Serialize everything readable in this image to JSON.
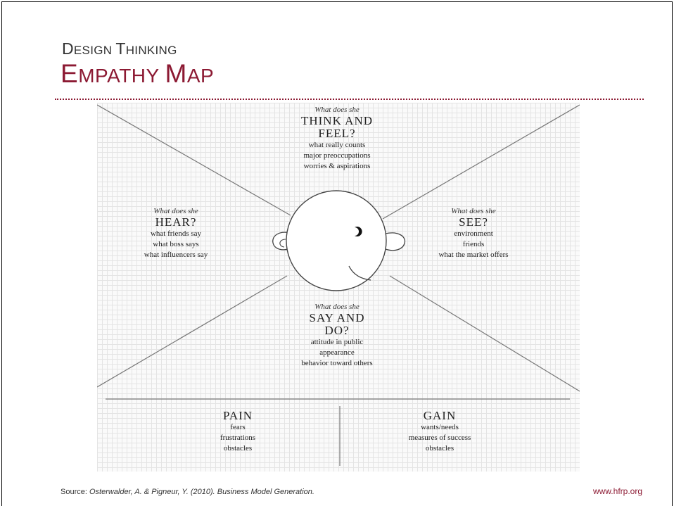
{
  "header": {
    "kicker_first": "D",
    "kicker_rest": "ESIGN ",
    "kicker_first2": "T",
    "kicker_rest2": "HINKING",
    "title_first": "E",
    "title_rest": "MPATHY ",
    "title_first2": "M",
    "title_rest2": "AP"
  },
  "map": {
    "think": {
      "question": "What does she",
      "heading_line1": "THINK AND",
      "heading_line2": "FEEL?",
      "items": [
        "what really counts",
        "major preoccupations",
        "worries & aspirations"
      ]
    },
    "hear": {
      "question": "What does she",
      "heading": "HEAR?",
      "items": [
        "what friends say",
        "what boss says",
        "what influencers say"
      ]
    },
    "see": {
      "question": "What does she",
      "heading": "SEE?",
      "items": [
        "environment",
        "friends",
        "what the market offers"
      ]
    },
    "say": {
      "question": "What does she",
      "heading_line1": "SAY AND",
      "heading_line2": "DO?",
      "items": [
        "attitude in public",
        "appearance",
        "behavior toward others"
      ]
    },
    "pain": {
      "heading": "PAIN",
      "items": [
        "fears",
        "frustrations",
        "obstacles"
      ]
    },
    "gain": {
      "heading": "GAIN",
      "items": [
        "wants/needs",
        "measures of success",
        "obstacles"
      ]
    }
  },
  "footer": {
    "source_label": "Source: ",
    "source_citation": "Osterwalder, A. & Pigneur, Y. (2010). Business Model Generation.",
    "website": "www.hfrp.org"
  }
}
